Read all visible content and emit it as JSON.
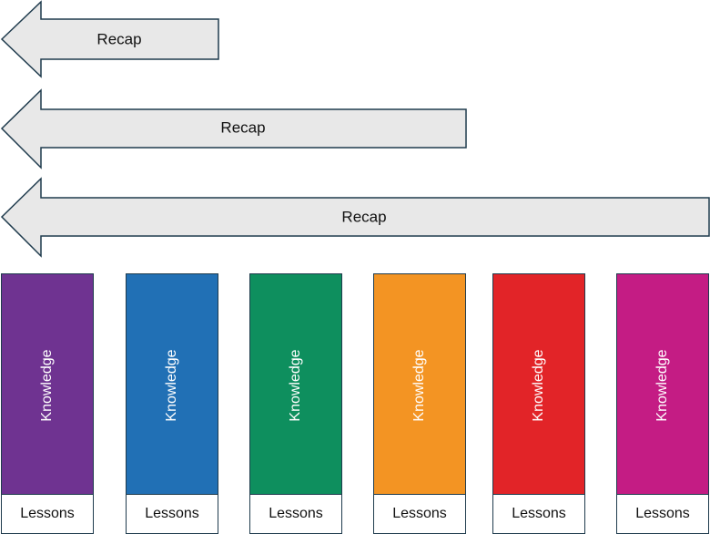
{
  "arrows": [
    {
      "label": "Recap"
    },
    {
      "label": "Recap"
    },
    {
      "label": "Recap"
    }
  ],
  "columns": [
    {
      "knowledge_label": "Knowledge",
      "lesson_label": "Lessons",
      "color": "#6f3391"
    },
    {
      "knowledge_label": "Knowledge",
      "lesson_label": "Lessons",
      "color": "#2170b5"
    },
    {
      "knowledge_label": "Knowledge",
      "lesson_label": "Lessons",
      "color": "#0e8f5e"
    },
    {
      "knowledge_label": "Knowledge",
      "lesson_label": "Lessons",
      "color": "#f39423"
    },
    {
      "knowledge_label": "Knowledge",
      "lesson_label": "Lessons",
      "color": "#e22428"
    },
    {
      "knowledge_label": "Knowledge",
      "lesson_label": "Lessons",
      "color": "#c41c84"
    }
  ],
  "colors": {
    "arrow_fill": "#e8e8e8",
    "arrow_stroke": "#1f3b4d"
  }
}
